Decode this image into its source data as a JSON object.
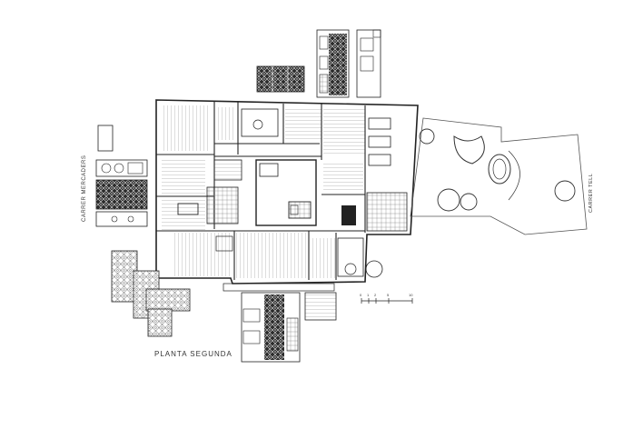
{
  "drawing": {
    "title": "PLANTA SEGUNDA",
    "street_left": "CARRER MERCADERS",
    "street_right": "CARRER TELL",
    "scale_ticks": [
      "0",
      "1",
      "2",
      "5",
      "10"
    ]
  },
  "colors": {
    "line": "#333333",
    "hatch": "#555555",
    "pattern_dark": "#2a2a2a",
    "pattern_light": "#ffffff",
    "paper": "#ffffff"
  }
}
